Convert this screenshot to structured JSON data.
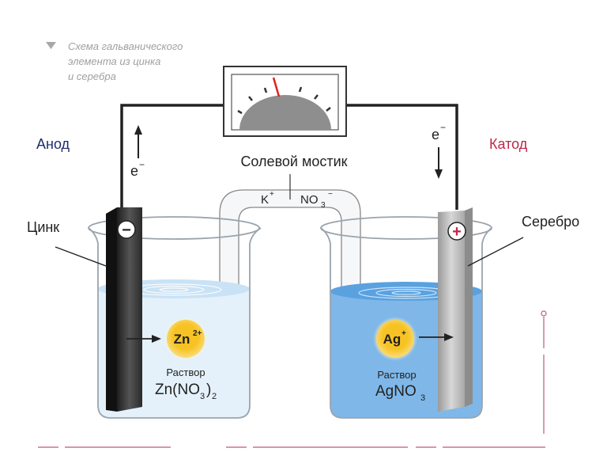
{
  "caption": {
    "line1": "Схема гальванического",
    "line2": "элемента из цинка",
    "line3": "и серебра"
  },
  "anode": {
    "label": "Анод",
    "metal": "Цинк",
    "sign": "−",
    "electron": "e",
    "electron_sup": "−"
  },
  "cathode": {
    "label": "Катод",
    "metal": "Серебро",
    "sign": "+",
    "electron": "e",
    "electron_sup": "−"
  },
  "bridge": {
    "label": "Солевой мостик",
    "cation": "K",
    "cation_sup": "+",
    "anion": "NO",
    "anion_sub": "3",
    "anion_sup": "−"
  },
  "left_solution": {
    "ion": "Zn",
    "ion_sup": "2+",
    "word": "Раствор",
    "formula_main": "Zn(NO",
    "formula_sub1": "3",
    "formula_close": ")",
    "formula_sub2": "2"
  },
  "right_solution": {
    "ion": "Ag",
    "ion_sup": "+",
    "word": "Раствор",
    "formula_main": "AgNO",
    "formula_sub": "3"
  },
  "colors": {
    "anode_label": "#1f2d6b",
    "cathode_label": "#c0264b",
    "left_solution": "#e4f1fb",
    "right_solution": "#7fb7e8",
    "zinc_electrode": "#3a3a3a",
    "silver_electrode": "#b8b8b8",
    "ion_fill": "#f7c324",
    "meter_needle": "#e2231a",
    "decor_lines": "#c2567a"
  }
}
